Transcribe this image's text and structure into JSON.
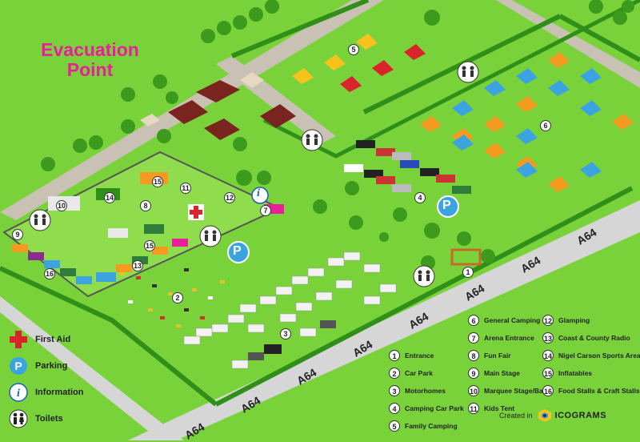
{
  "title_line1": "Evacuation",
  "title_line2": "Point",
  "legend": [
    {
      "icon": "first-aid-icon",
      "label": "First Aid"
    },
    {
      "icon": "parking-icon",
      "label": "Parking"
    },
    {
      "icon": "information-icon",
      "label": "Information"
    },
    {
      "icon": "toilets-icon",
      "label": "Toilets"
    }
  ],
  "parking_letter": "P",
  "info_letter": "i",
  "key": [
    {
      "n": "1",
      "label": "Entrance"
    },
    {
      "n": "2",
      "label": "Car Park"
    },
    {
      "n": "3",
      "label": "Motorhomes"
    },
    {
      "n": "4",
      "label": "Camping Car Park"
    },
    {
      "n": "5",
      "label": "Family Camping"
    },
    {
      "n": "6",
      "label": "General Camping"
    },
    {
      "n": "7",
      "label": "Arena Entrance"
    },
    {
      "n": "8",
      "label": "Fun Fair"
    },
    {
      "n": "9",
      "label": "Main Stage"
    },
    {
      "n": "10",
      "label": "Marquee Stage/Bar"
    },
    {
      "n": "11",
      "label": "Kids Tent"
    },
    {
      "n": "12",
      "label": "Glamping"
    },
    {
      "n": "13",
      "label": "Coast & County Radio"
    },
    {
      "n": "14",
      "label": "Nigel Carson Sports Area"
    },
    {
      "n": "15",
      "label": "Inflatables"
    },
    {
      "n": "16",
      "label": "Food Stalls & Craft Stalls"
    }
  ],
  "road_label": "A64",
  "credit_text": "Created in",
  "credit_brand": "ICOGRAMS",
  "colors": {
    "grass": "#79d23a",
    "road": "#d8d8d8",
    "hedge": "#3fa51c",
    "accent": "#ea1d9b",
    "orange_tent": "#f59a1e",
    "blue_tent": "#3ba3e0",
    "red_tent": "#d9232d",
    "yellow_tent": "#f7c21b"
  }
}
